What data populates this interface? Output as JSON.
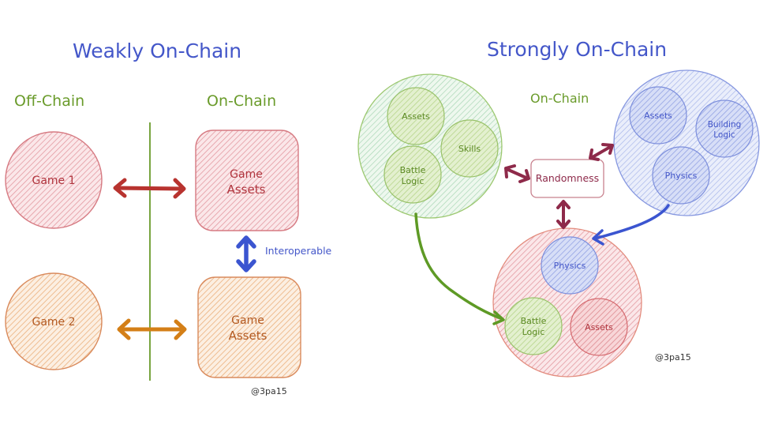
{
  "colors": {
    "blue": "#4457c9",
    "green": "#6a9b2b",
    "red": "#c94a4a",
    "orange": "#d9823a",
    "maroon": "#8e2a4a",
    "pink_fill": "#f4c6cc",
    "orange_fill": "#f7d2b0",
    "green_fill": "#cfe8c9",
    "blue_fill": "#c7d2f3"
  },
  "weakly": {
    "title": "Weakly On-Chain",
    "off_chain_label": "Off-Chain",
    "on_chain_label": "On-Chain",
    "game1": "Game 1",
    "game2": "Game 2",
    "assets1": [
      "Game",
      "Assets"
    ],
    "assets2": [
      "Game",
      "Assets"
    ],
    "interop_label": "Interoperable",
    "credit": "@3pa15"
  },
  "strongly": {
    "title": "Strongly On-Chain",
    "on_chain_label": "On-Chain",
    "randomness": "Randomness",
    "green_world": {
      "assets": "Assets",
      "skills": "Skills",
      "battle_logic": [
        "Battle",
        "Logic"
      ]
    },
    "blue_world": {
      "assets": "Assets",
      "building_logic": [
        "Building",
        "Logic"
      ],
      "physics": "Physics"
    },
    "pink_world": {
      "physics": "Physics",
      "battle_logic": [
        "Battle",
        "Logic"
      ],
      "assets": "Assets"
    },
    "credit": "@3pa15"
  }
}
